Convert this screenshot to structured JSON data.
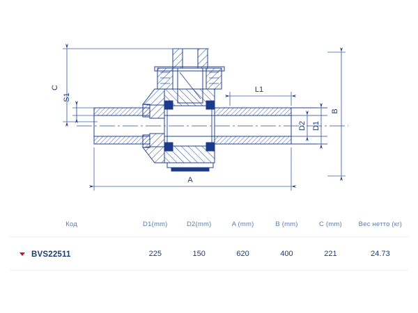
{
  "drawing": {
    "title": "ball-valve-cross-section",
    "colors": {
      "line": "#1f3f8f",
      "hatch": "#2a4ea0",
      "seal_fill": "#1b3a8c",
      "dimension": "#3a5ba8",
      "label": "#1b3a73"
    },
    "dimension_labels": [
      {
        "id": "C",
        "text": "C",
        "orientation": "vertical"
      },
      {
        "id": "S1",
        "text": "S1",
        "orientation": "vertical"
      },
      {
        "id": "A",
        "text": "A",
        "orientation": "horizontal"
      },
      {
        "id": "L1",
        "text": "L1",
        "orientation": "horizontal"
      },
      {
        "id": "D2",
        "text": "D2",
        "orientation": "vertical"
      },
      {
        "id": "D1",
        "text": "D1",
        "orientation": "vertical"
      },
      {
        "id": "B",
        "text": "B",
        "orientation": "vertical"
      }
    ]
  },
  "table": {
    "headers": [
      "Код",
      "D1(mm)",
      "D2(mm)",
      "A (mm)",
      "B (mm)",
      "C (mm)",
      "Вес нетто (кг)"
    ],
    "rows": [
      {
        "code": "BVS22511",
        "d1": "225",
        "d2": "150",
        "a": "620",
        "b": "400",
        "c": "221",
        "weight": "24.73"
      }
    ],
    "toggle_color": "#c8102e"
  }
}
